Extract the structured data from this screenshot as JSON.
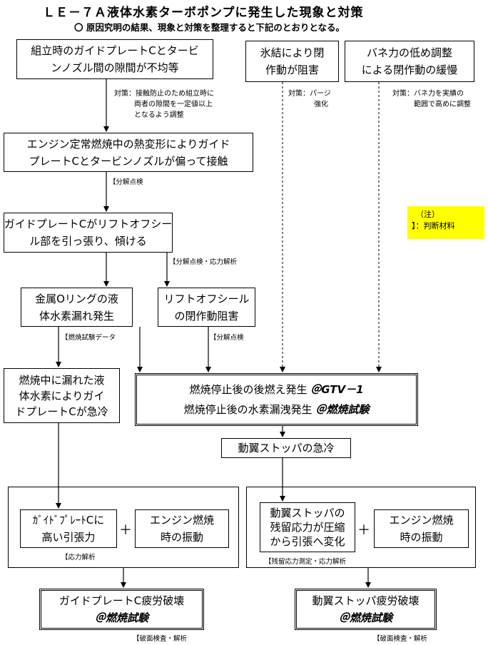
{
  "title": "ＬＥ－７Ａ液体水素ターボポンプに発生した現象と対策",
  "subtitle": "〇 原因究明の結果、現象と対策を整理すると下記のとおりとなる。",
  "nodes": {
    "assembly_gap": [
      "組立時のガイドプレートCとタービ",
      "ンノズル間の隙間が不均等"
    ],
    "freeze": [
      "氷結により閉",
      "作動が阻害"
    ],
    "spring": [
      "バネ力の低め調整",
      "による閉作動の緩慢"
    ],
    "thermal_deform": [
      "エンジン定常燃焼中の熱変形によりガイド",
      "プレートCとタービンノズルが偏って接触"
    ],
    "guide_pull": [
      "ガイドプレートCがリフトオフシー",
      "ル部を引っ張り、傾ける"
    ],
    "oring_leak": [
      "金属Oリングの液",
      "体水素漏れ発生"
    ],
    "liftoff_block": [
      "リフトオフシール",
      "の閉作動阻害"
    ],
    "rapid_cool": [
      "燃焼中に漏れた液",
      "体水素によりガイ",
      "ドプレートCが急冷"
    ],
    "afterburn_1": "燃焼停止後の後燃え発生 ",
    "afterburn_1_at": "＠GTV－1",
    "afterburn_2": "燃焼停止後の水素漏洩発生 ",
    "afterburn_2_at": "＠燃焼試験",
    "stopper_cool": "動翼ストッパの急冷",
    "guide_tension": [
      "ｶﾞｲﾄﾞﾌﾟﾚｰﾄCに",
      "高い引張力"
    ],
    "vibration_left": [
      "エンジン燃焼",
      "時の振動"
    ],
    "stopper_stress": [
      "動翼ストッパの",
      "残留応力が圧縮",
      "から引張へ変化"
    ],
    "vibration_right": [
      "エンジン燃焼",
      "時の振動"
    ],
    "guide_fatigue": "ガイドプレートC疲労破壊",
    "guide_fatigue_at": "＠燃焼試験",
    "stopper_fatigue": "動翼ストッパ疲労破壊",
    "stopper_fatigue_at": "＠燃焼試験"
  },
  "countermeasures": {
    "gap": [
      "対策：接触防止のため組立時に",
      "両者の隙間を一定値以上",
      "となるよう調整"
    ],
    "freeze": [
      "対策：パージ",
      "強化"
    ],
    "spring": [
      "対策：バネ力を実績の",
      "範囲で高めに調整"
    ]
  },
  "tags": {
    "disassembly_1": "【分解点検",
    "disassembly_stress": "【分解点検・応力解析",
    "combustion_data": "【燃焼試験データ",
    "disassembly_2": "【分解点検",
    "stress": "【応力解析",
    "residual_stress": "【残留応力測定・応力解析",
    "fracture_left": "【破面検査・解析",
    "fracture_right": "【破面検査・解析"
  },
  "plus_sign": "＋",
  "legend": {
    "note": "（注）",
    "text": "】：判断材料",
    "color": "#ffff00"
  }
}
